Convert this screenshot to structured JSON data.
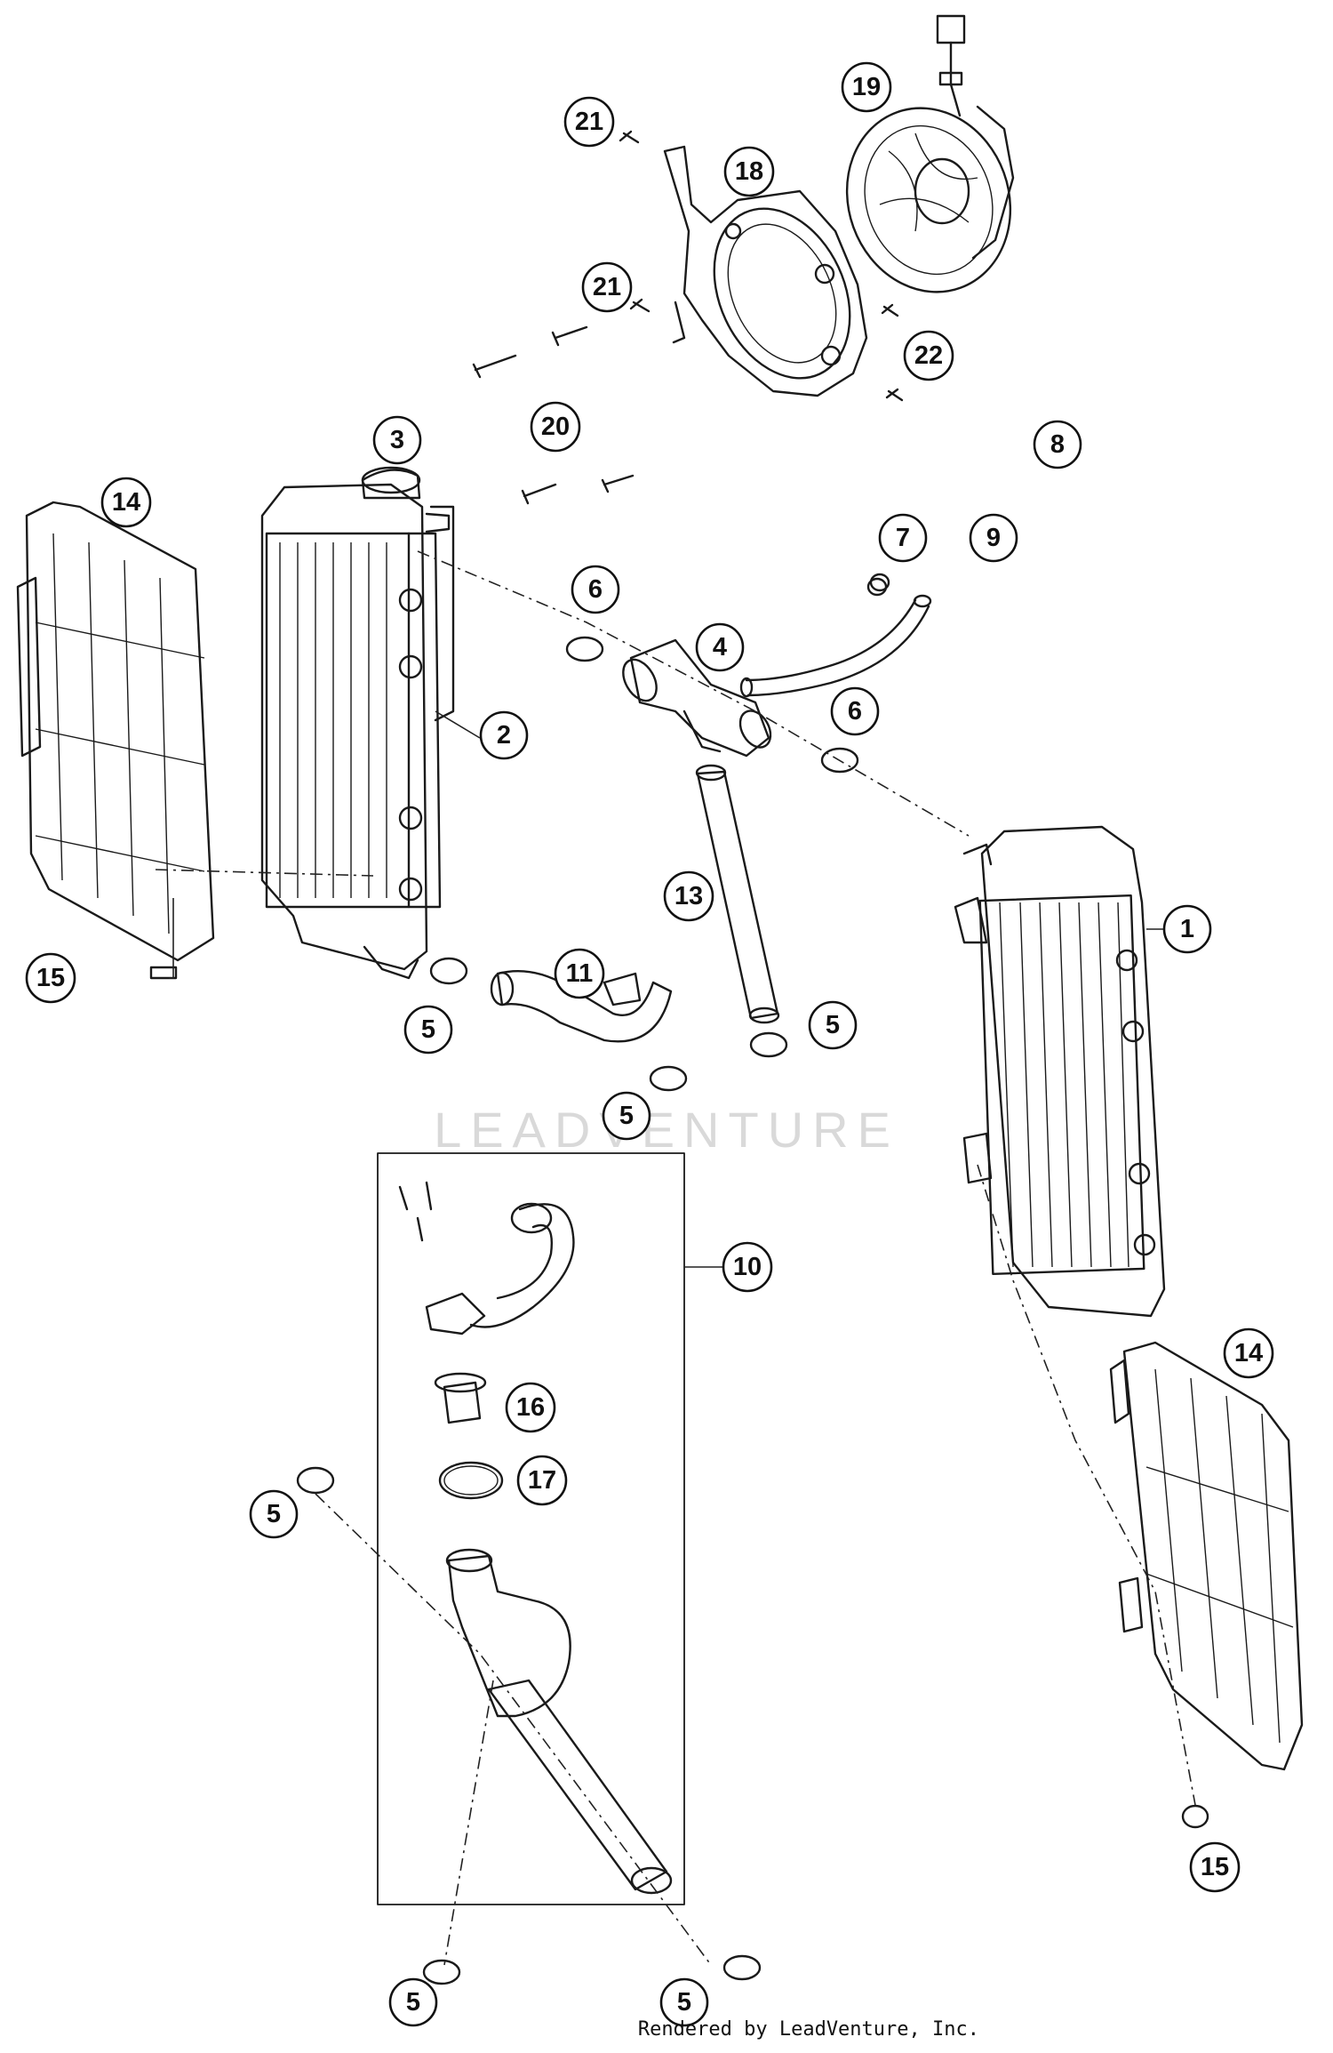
{
  "watermark": "LEADVENTURE",
  "credit": "Rendered by LeadVenture, Inc.",
  "callouts": {
    "c1": "1",
    "c2": "2",
    "c3": "3",
    "c4": "4",
    "c5a": "5",
    "c5b": "5",
    "c5c": "5",
    "c5d": "5",
    "c5e": "5",
    "c5f": "5",
    "c6a": "6",
    "c6b": "6",
    "c7": "7",
    "c8": "8",
    "c9": "9",
    "c10": "10",
    "c11": "11",
    "c13": "13",
    "c14a": "14",
    "c14b": "14",
    "c15a": "15",
    "c15b": "15",
    "c16": "16",
    "c17": "17",
    "c18": "18",
    "c19": "19",
    "c20": "20",
    "c21a": "21",
    "c21b": "21",
    "c22": "22"
  }
}
